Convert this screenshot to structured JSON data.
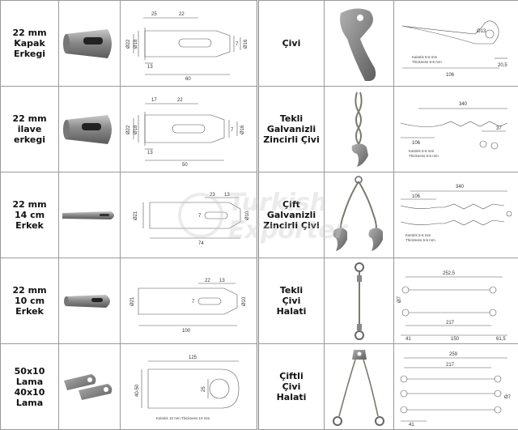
{
  "left_products": [
    {
      "name_lines": [
        "22 mm",
        "Kapak",
        "Erkegi"
      ],
      "icon": "kapak-erkegi-part",
      "dims": {
        "a": "25",
        "b": "22",
        "d1": "Ø22",
        "d2": "Ø18",
        "d3": "7",
        "d4": "Ø16",
        "l1": "13",
        "total": "60"
      }
    },
    {
      "name_lines": [
        "22 mm",
        "ilave",
        "erkegi"
      ],
      "icon": "ilave-erkegi-part",
      "dims": {
        "a": "17",
        "b": "22",
        "d1": "Ø22",
        "d2": "Ø18",
        "d3": "7",
        "d4": "Ø16",
        "l1": "13",
        "total": "50"
      }
    },
    {
      "name_lines": [
        "22 mm",
        "14 cm",
        "Erkek"
      ],
      "icon": "erkek-14cm-part",
      "dims": {
        "a": "23",
        "b": "13",
        "d1": "Ø21",
        "d3": "7",
        "d4": "Ø10",
        "total": "74"
      }
    },
    {
      "name_lines": [
        "22 mm",
        "10 cm",
        "Erkek"
      ],
      "icon": "erkek-10cm-part",
      "dims": {
        "a": "22",
        "b": "13",
        "d1": "Ø21",
        "d3": "7",
        "d4": "Ø10",
        "total": "100"
      }
    },
    {
      "name_lines": [
        "50x10",
        "Lama",
        "40x10",
        "Lama"
      ],
      "icon": "lama-plate-part",
      "dims": {
        "total": "125",
        "h": "40-50",
        "hole": "25",
        "note": "Kalınlık 10 mm  Thickness 10 mm"
      }
    }
  ],
  "right_products": [
    {
      "name_lines": [
        "Çivi"
      ],
      "icon": "civi-hook-part",
      "dims": {
        "r": "Ø13",
        "note1": "Kalınlık 5-6 mm",
        "note2": "Thickness 5-6 mm",
        "len": "106",
        "w": "20,5"
      }
    },
    {
      "name_lines": [
        "Tekli",
        "Galvanizli",
        "Zincirli Çivi"
      ],
      "icon": "tekli-zincirli-civi-part",
      "dims": {
        "len": "340",
        "note1": "Kalınlık 5-6 mm",
        "note2": "Thickness 5-6 mm",
        "a": "106",
        "b": "37"
      }
    },
    {
      "name_lines": [
        "Çift",
        "Galvanizli",
        "Zincirli Çivi"
      ],
      "icon": "cift-zincirli-civi-part",
      "dims": {
        "len": "340",
        "note1": "Kalınlık 5-6 mm",
        "note2": "Thickness 5-6 mm",
        "a": "106"
      }
    },
    {
      "name_lines": [
        "Tekli",
        "Çivi",
        "Halati"
      ],
      "icon": "tekli-civi-halati-part",
      "dims": {
        "len": "252,5",
        "a": "217",
        "b": "150",
        "c": "41",
        "d": "61,5",
        "e": "Ø7"
      }
    },
    {
      "name_lines": [
        "Çiftli",
        "Çivi",
        "Halati"
      ],
      "icon": "ciftli-civi-halati-part",
      "dims": {
        "len": "259",
        "a": "217",
        "b": "41",
        "c": "Ø7"
      }
    }
  ],
  "watermark": {
    "line1": "Turkish",
    "line2": "Exporter"
  },
  "colors": {
    "border": "#9a9a9a",
    "metal": "#8c8c8c",
    "line": "#555555",
    "text": "#111111"
  }
}
